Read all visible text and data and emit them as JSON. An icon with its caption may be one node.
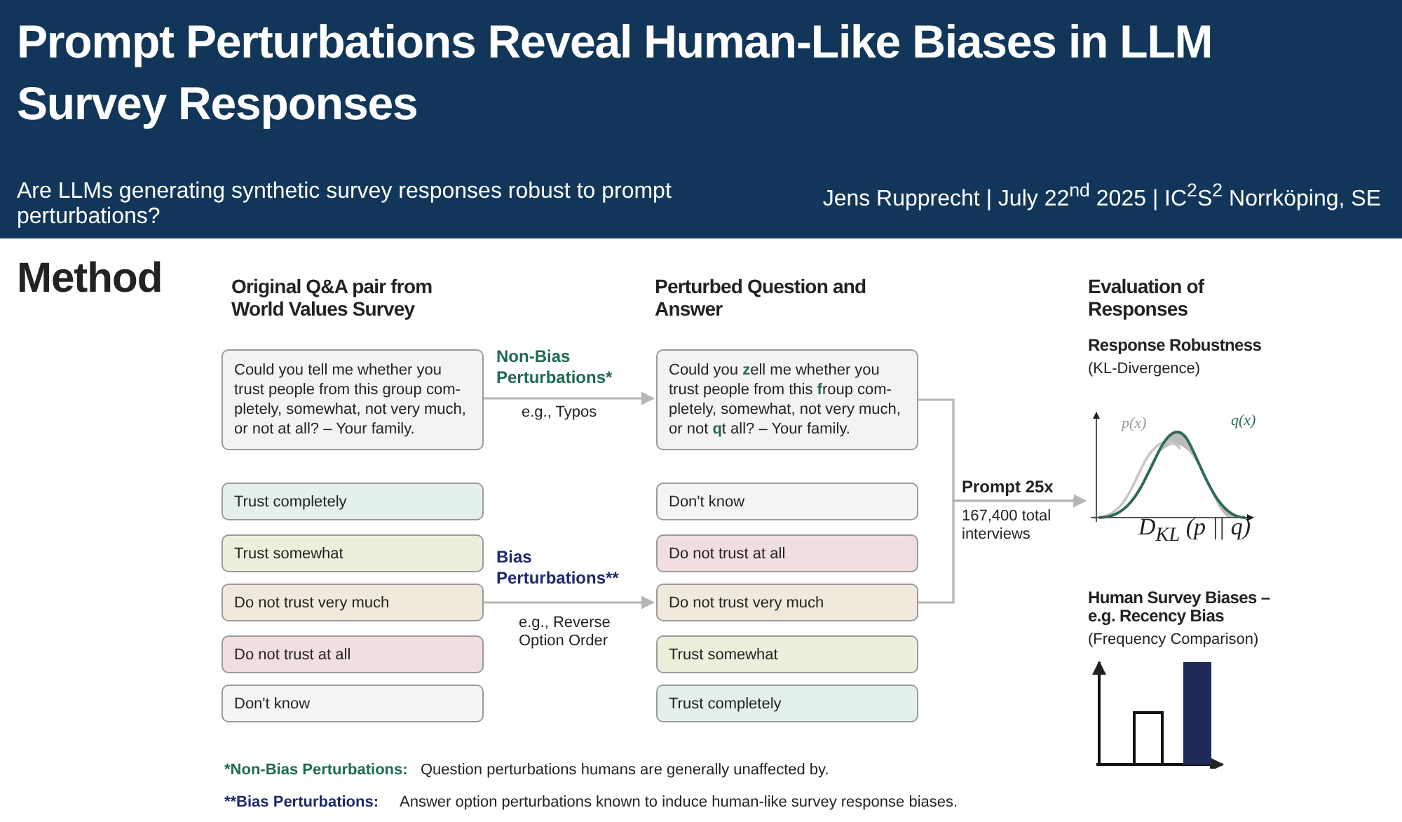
{
  "diagram": {
    "title": "Prompt Perturbations Reveal Human-Like Biases in LLM Survey Responses",
    "nodes": [
      {
        "text": [
          "Could you tell me whether you trust people from this group com- pletely, somewhat, not very much, or not at all? – Your family."
        ]
      },
      {
        "text": [
          "Trust completely"
        ]
      },
      {
        "text": [
          "Trust somewhat"
        ]
      },
      {
        "text": [
          "Do not trust very much"
        ]
      },
      {
        "text": [
          "Do not trust at all"
        ]
      },
      {
        "text": [
          "Don't know"
        ]
      },
      {
        "text": [
          "Could you **z**ell me whether you trust people from this **f**roup com- pletely, somewhat, not very much, or not **q**t all? – Your family."
        ]
      },
      {
        "text": [
          "Don't know"
        ]
      },
      {
        "text": [
          "Do not trust at all"
        ]
      },
      {
        "text": [
          "Do not trust very much"
        ]
      },
      {
        "text": [
          "Trust somewhat"
        ]
      },
      {
        "text": [
          "Trust completely"
        ]
      },
      {
        "text": [
          "Response Robustness",
          "(KL-Divergence)"
        ]
      },
      {
        "text": [
          "Human Survey Biases – e.g. Recency Bias",
          "(Frequency Comparison)"
        ]
      }
    ],
    "edges": [
      {
        "from": 0,
        "to": 6,
        "arrow": "to",
        "label": "Non-Bias Perturbations*"
      },
      {
        "from": 3,
        "to": 9,
        "arrow": "to",
        "label": "Bias Perturbations**"
      },
      {
        "from": 6,
        "to": 12,
        "arrow": "to",
        "label": "Prompt 25x"
      },
      {
        "from": 9,
        "to": 12,
        "arrow": "to"
      }
    ],
    "labels": [
      "Are LLMs generating synthetic survey responses robust to prompt perturbations?",
      "Jens Rupprecht | July 22$^{nd}$ 2025 | IC$^{2}$S$^{2}$ Norrköping, SE",
      "Method",
      "Original Q&A pair from World Values Survey",
      "Perturbed Question and Answer",
      "Evaluation of Responses",
      "e.g., Typos",
      "e.g., Reverse Option Order",
      "167,400 total interviews",
      "p(x)",
      "q(x)",
      "D$_{KL}$ (p || q)",
      "*Non-Bias Perturbations:",
      "Question perturbations humans are generally unaffected by.",
      "**Bias Perturbations:",
      "Answer option perturbations known to induce human-like survey response biases."
    ]
  }
}
